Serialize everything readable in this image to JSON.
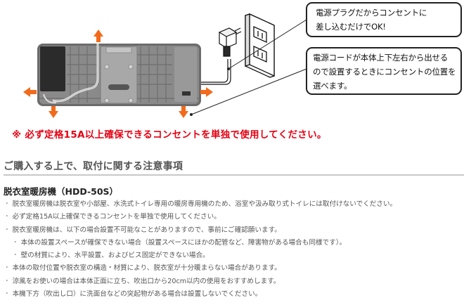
{
  "figure": {
    "callouts": [
      {
        "lines": [
          "電源プラグだからコンセントに",
          "差し込むだけでOK!"
        ]
      },
      {
        "lines": [
          "電源コードが本体上下左右から出せる",
          "ので設置するときにコンセントの位置を",
          "選べます。"
        ]
      }
    ],
    "arrow_color": "#f26a1b",
    "arrow_directions": [
      "up",
      "left",
      "right",
      "down-left",
      "down-right"
    ]
  },
  "warning": {
    "mark": "※",
    "text": "必ず定格15A以上確保できるコンセントを単独で使用してください。",
    "color": "#e60012"
  },
  "section": {
    "heading": "ご購入する上で、取付に関する注意事項"
  },
  "product": {
    "title": "脱衣室暖房機（HDD-50S）"
  },
  "notes": [
    {
      "bullet": "・",
      "text": "脱衣室暖房機は脱衣室や小部屋、水洗式トイレ専用の暖房専用機のため、浴室や汲み取り式トイレには取付けないでください。",
      "level": 0
    },
    {
      "bullet": "・",
      "text": "必ず定格15A以上確保できるコンセントを単独で使用してください。",
      "level": 0
    },
    {
      "bullet": "・",
      "text": "脱衣室暖房機は、以下の場合設置不可能なことがありますので、事前にご確認願います。",
      "level": 0
    },
    {
      "bullet": "・",
      "text": "本体の設置スペースが確保できない場合（設置スペースにほかの配管など、障害物がある場合も同様です）。",
      "level": 1
    },
    {
      "bullet": "・",
      "text": "壁の材質により、水平設置、およびビス固定ができない場合。",
      "level": 1
    },
    {
      "bullet": "・",
      "text": "本体の取付位置や脱衣室の構造・材質により、脱衣室が十分暖まらない場合があります。",
      "level": 0
    },
    {
      "bullet": "・",
      "text": "涼風をお使いの場合は本体正面に立ち、吹出口から20cm以内の使用をおすすめします。",
      "level": 0
    },
    {
      "bullet": "・",
      "text": "本機下方（吹出し口）に洗面台などの突起物がある場合は設置しないでください。",
      "level": 0
    }
  ]
}
